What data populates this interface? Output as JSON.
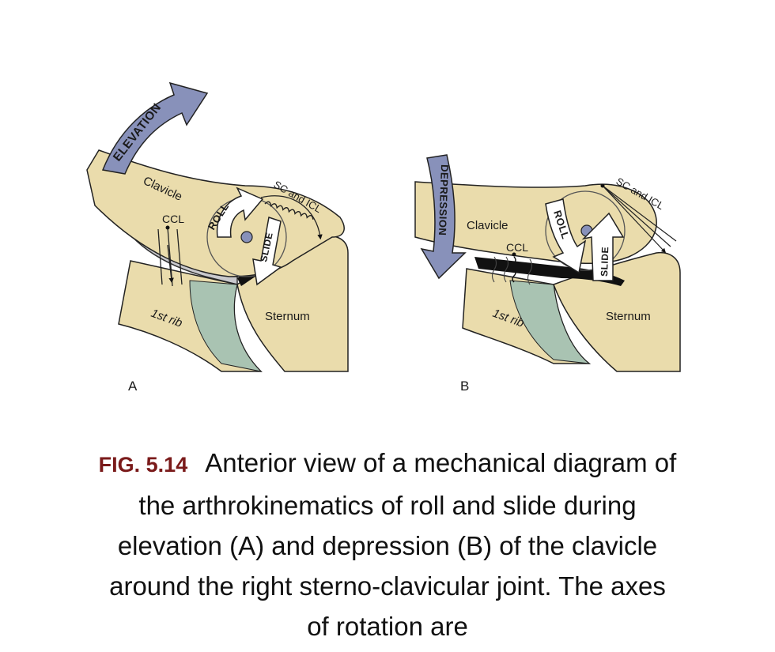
{
  "panels": {
    "a": {
      "letter": "A",
      "motion": "ELEVATION",
      "roll": "ROLL",
      "slide": "SLIDE",
      "clavicle": "Clavicle",
      "ccl": "CCL",
      "ligament": "SC and ICL",
      "rib": "1st rib",
      "sternum": "Sternum"
    },
    "b": {
      "letter": "B",
      "motion": "DEPRESSION",
      "roll": "ROLL",
      "slide": "SLIDE",
      "clavicle": "Clavicle",
      "ccl": "CCL",
      "ligament": "SC and ICL",
      "rib": "1st rib",
      "sternum": "Sternum"
    }
  },
  "caption": {
    "fig_number": "FIG. 5.14",
    "text": "Anterior view of a mechanical diagram of the arthrokinematics of roll and slide during elevation (A) and depression (B) of the clavicle around the right sterno-clavicular joint. The axes of rotation are"
  },
  "colors": {
    "bone": "#eadcac",
    "rib": "#a9c3b2",
    "arrow": "#8891ba",
    "shadow": "#c8c8cc",
    "dark": "#111111"
  }
}
